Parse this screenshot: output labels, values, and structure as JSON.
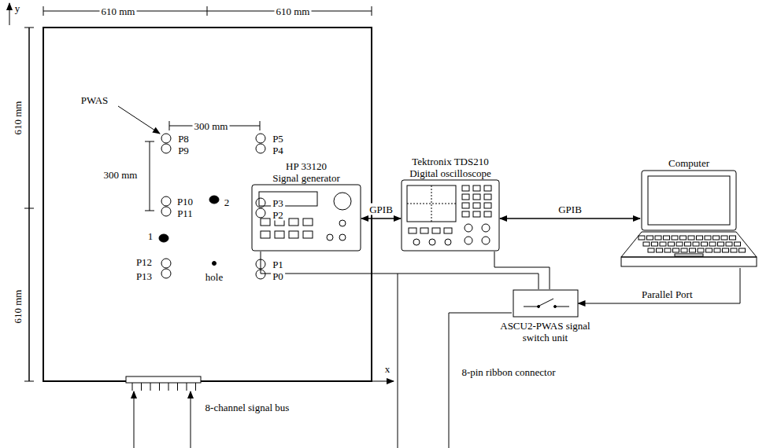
{
  "diagram": {
    "nodes": [
      {
        "text": [
          "HP 33120",
          "Signal generator"
        ]
      },
      {
        "text": [
          "Tektronix TDS210",
          "Digital oscilloscope"
        ]
      },
      {
        "text": [
          "Computer"
        ]
      },
      {
        "text": [
          "ASCU2-PWAS signal switch unit"
        ]
      }
    ],
    "edges": [
      {
        "from": 0,
        "to": 1,
        "arrow": "both",
        "label": "GPIB"
      },
      {
        "from": 1,
        "to": 2,
        "arrow": "both",
        "label": "GPIB"
      },
      {
        "from": 2,
        "to": 3,
        "arrow": "to",
        "label": "Parallel Port"
      },
      {
        "from": 0,
        "to": 3,
        "arrow": "none"
      },
      {
        "from": 1,
        "to": 3,
        "arrow": "none"
      }
    ],
    "labels": [
      "y",
      "610 mm",
      "610 mm",
      "610 mm",
      "610 mm",
      "PWAS",
      "300 mm",
      "P8",
      "P5",
      "P9",
      "P4",
      "300 mm",
      "P10",
      "2",
      "P3",
      "P11",
      "P2",
      "1",
      "P12",
      "hole",
      "P1",
      "P13",
      "P0",
      "x",
      "8-channel signal bus",
      "8-pin ribbon connector"
    ]
  }
}
